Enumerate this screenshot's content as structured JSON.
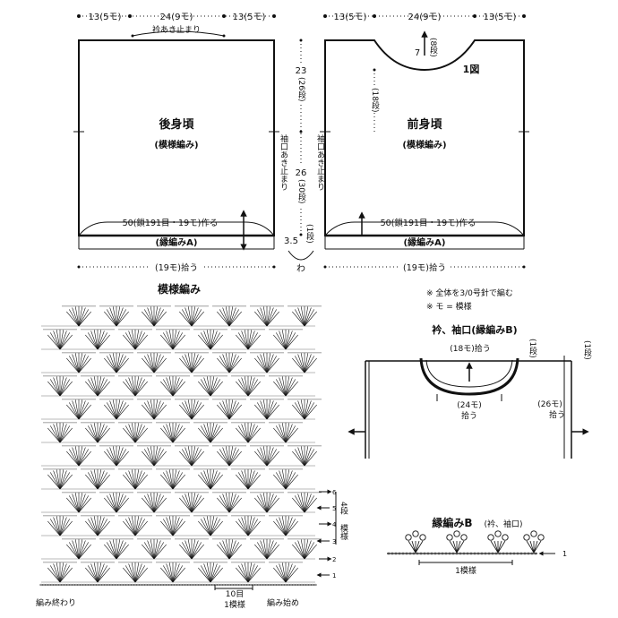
{
  "top_dims": {
    "side": "13(5モ)",
    "center": "24(9モ)"
  },
  "back": {
    "title": "後身頃",
    "pattern": "(模様編み)",
    "neck_stop": "衿あき止まり",
    "sleeve_stop": "袖口あき止まり",
    "foundation": "50(鎖191目・19モ)作る",
    "border": "(縁編みA)",
    "pickup": "(19モ)拾う"
  },
  "front": {
    "title": "前身頃",
    "pattern": "(模様編み)",
    "sleeve_stop": "袖口あき止まり",
    "foundation": "50(鎖191目・19モ)作る",
    "border": "(縁編みA)",
    "pickup": "(19モ)拾う",
    "neck_depth": "7",
    "neck_rows": "(8段)",
    "side_rows": "(18段)",
    "figure_ref": "1図"
  },
  "mid_dims": {
    "upper": "23",
    "upper_rows": "(26段)",
    "lower": "26",
    "lower_rows": "(30段)",
    "border_height": "3.5",
    "border_rows": "(1段)",
    "loop": "わ"
  },
  "pattern_chart": {
    "title": "模様編み",
    "end_label": "編み終わり",
    "start_label": "編み始め",
    "repeat_label": "10目",
    "repeat_count": "1模様",
    "row_numbers": [
      "1",
      "2",
      "3",
      "4",
      "5",
      "6"
    ],
    "rows_label": "4段",
    "rows_unit": "模様"
  },
  "notes": [
    "※ 全体を3/0号針で編む",
    "※ モ = 模様"
  ],
  "collar": {
    "title": "衿、袖口(縁編みB)",
    "neck_pickup": "(18モ)拾う",
    "neck_rows": "(1段)",
    "front_pickup": "(24モ)",
    "front_pickup_verb": "拾う",
    "sleeve_pickup": "(26モ)",
    "sleeve_pickup_verb": "拾う",
    "sleeve_rows": "(1段)"
  },
  "border_b": {
    "title": "縁編みB",
    "subtitle": "(衿、袖口)",
    "repeat": "1模様",
    "row": "1"
  }
}
